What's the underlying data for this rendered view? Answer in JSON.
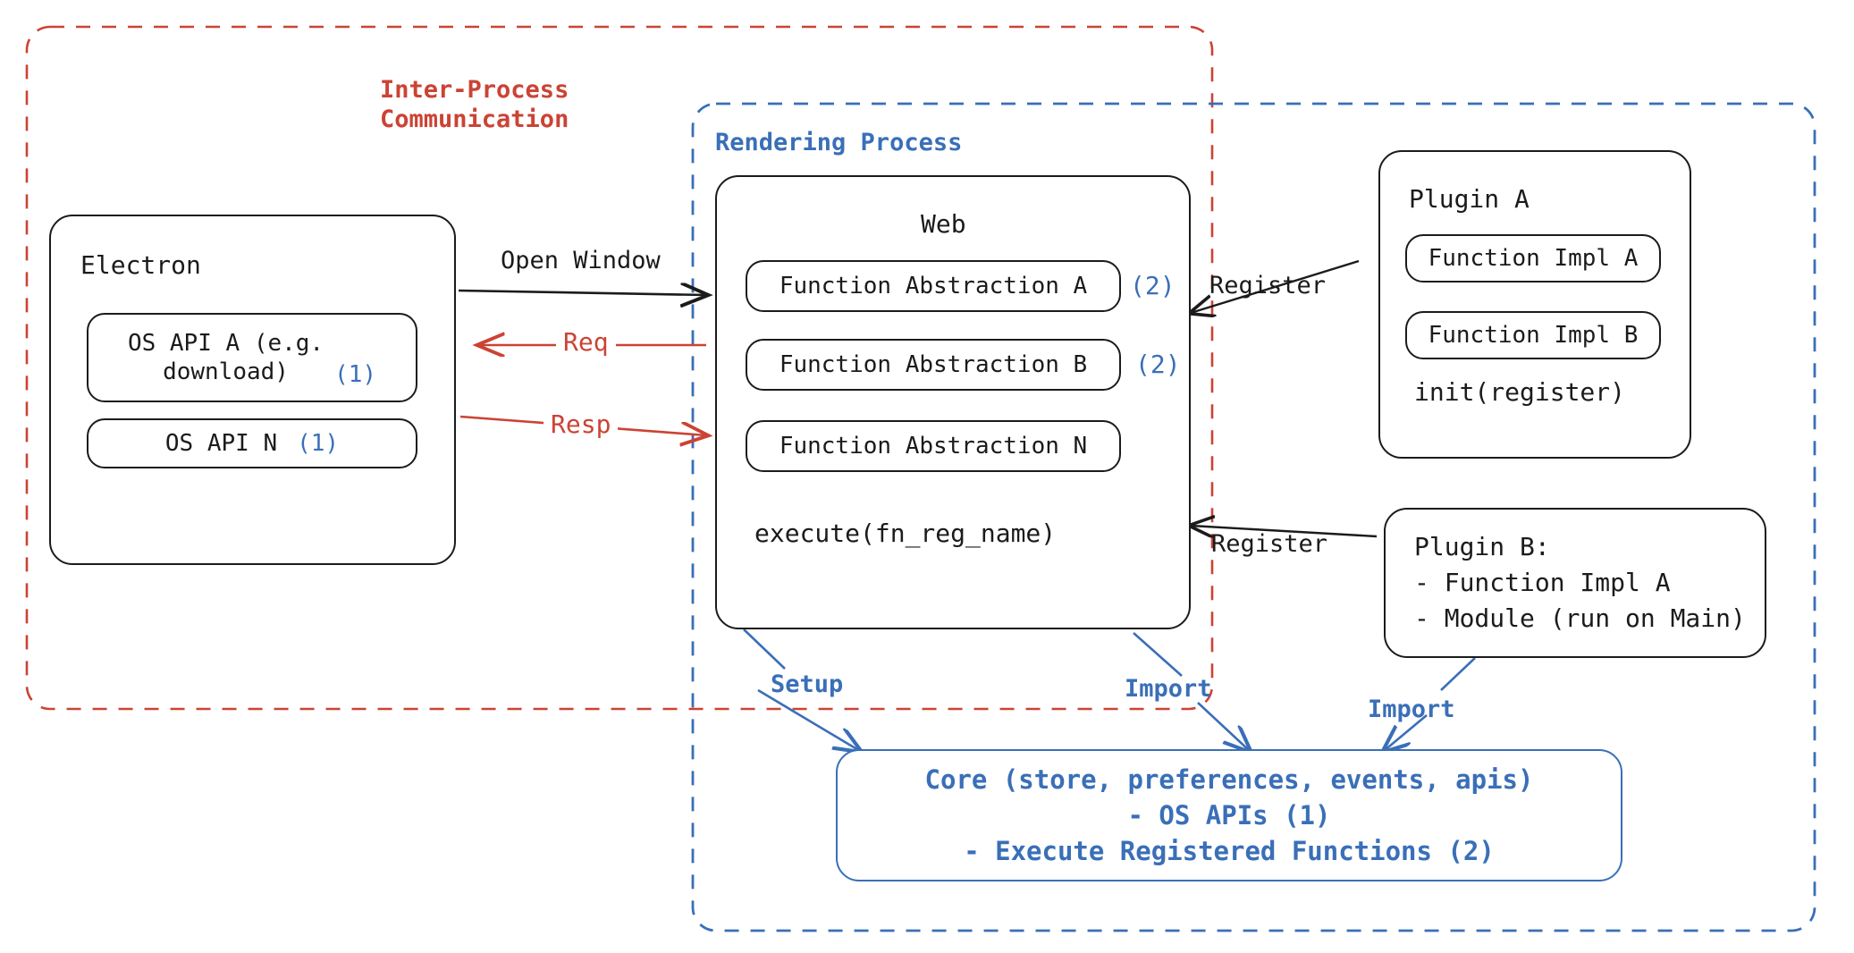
{
  "containers": {
    "ipc": {
      "title": "Inter-Process\nCommunication",
      "color": "#cb4335",
      "style": "dashed"
    },
    "rendering": {
      "title": "Rendering Process",
      "color": "#3a6fb8",
      "style": "dashed"
    }
  },
  "electron": {
    "title": "Electron",
    "apis": [
      {
        "label": "OS API A (e.g.\ndownload)",
        "marker": "(1)"
      },
      {
        "label": "OS API N",
        "marker": "(1)"
      }
    ]
  },
  "web": {
    "title": "Web",
    "abstractions": [
      {
        "label": "Function Abstraction A",
        "marker": "(2)"
      },
      {
        "label": "Function Abstraction B",
        "marker": "(2)"
      },
      {
        "label": "Function Abstraction N",
        "marker": ""
      }
    ],
    "footer": "execute(fn_reg_name)"
  },
  "plugin_a": {
    "title": "Plugin A",
    "items": [
      "Function Impl A",
      "Function Impl B"
    ],
    "footer": "init(register)"
  },
  "plugin_b": {
    "lines": [
      "Plugin B:",
      "- Function Impl A",
      "- Module (run on Main)"
    ]
  },
  "core": {
    "lines": [
      "Core (store, preferences, events, apis)",
      "- OS APIs (1)",
      "- Execute Registered Functions (2)"
    ]
  },
  "edges": {
    "open_window": {
      "label": "Open Window",
      "color": "#1b1b1b"
    },
    "req": {
      "label": "Req",
      "color": "#cb4335"
    },
    "resp": {
      "label": "Resp",
      "color": "#cb4335"
    },
    "register_a": {
      "label": "Register",
      "color": "#1b1b1b"
    },
    "register_b": {
      "label": "Register",
      "color": "#1b1b1b"
    },
    "setup": {
      "label": "Setup",
      "color": "#3a6fb8"
    },
    "import_web": {
      "label": "Import",
      "color": "#3a6fb8"
    },
    "import_plugin": {
      "label": "Import",
      "color": "#3a6fb8"
    }
  }
}
